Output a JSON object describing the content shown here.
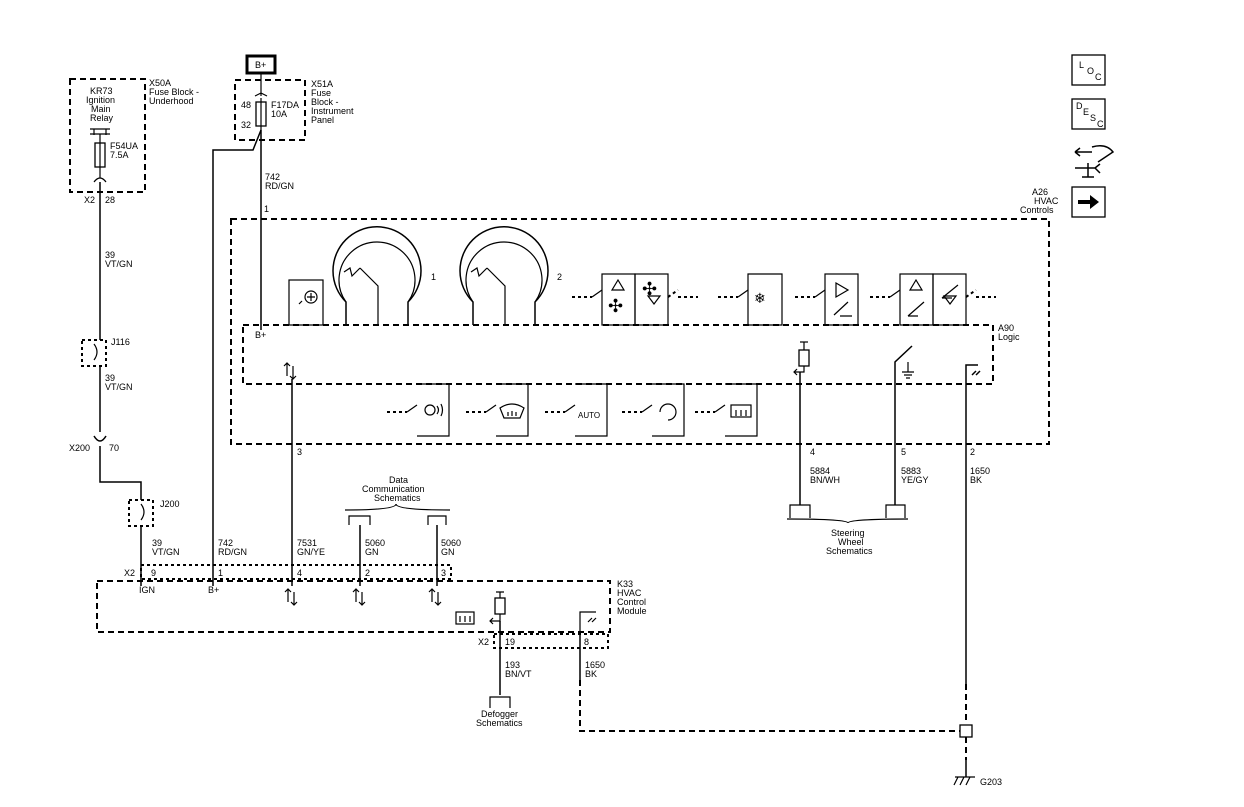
{
  "nav": {
    "loc_letters": [
      "L",
      "O",
      "C"
    ],
    "desc_letters": [
      "D",
      "E",
      "S",
      "C"
    ],
    "connector_icon": "connector-icon",
    "next_icon": "arrow-right-icon"
  },
  "power": {
    "label": "B+"
  },
  "kr73": {
    "name": "KR73",
    "line2": "Ignition",
    "line3": "Main",
    "line4": "Relay"
  },
  "x50a": {
    "id": "X50A",
    "line2": "Fuse Block -",
    "line3": "Underhood"
  },
  "f54ua": {
    "id": "F54UA",
    "rating": "7.5A"
  },
  "x51a": {
    "id": "X51A",
    "line2": "Fuse",
    "line3": "Block -",
    "line4": "Instrument",
    "line5": "Panel",
    "pin_in": "48",
    "pin_out": "32"
  },
  "f17da": {
    "id": "F17DA",
    "rating": "10A"
  },
  "wire742_top": {
    "circuit": "742",
    "color": "RD/GN",
    "pin": "1"
  },
  "x2_top": {
    "conn": "X2",
    "pin": "28"
  },
  "wire39a": {
    "circuit": "39",
    "color": "VT/GN"
  },
  "j116": {
    "id": "J116"
  },
  "wire39b": {
    "circuit": "39",
    "color": "VT/GN"
  },
  "x200": {
    "id": "X200",
    "pin": "70"
  },
  "j200": {
    "id": "J200"
  },
  "a26": {
    "id": "A26",
    "line2": "HVAC",
    "line3": "Controls"
  },
  "a90": {
    "id": "A90",
    "line2": "Logic",
    "bplus": "B+"
  },
  "gauges": {
    "gauge1": "1",
    "gauge2": "2"
  },
  "auto_label": "AUTO",
  "pins_a26": {
    "p3": "3",
    "p4": "4",
    "p5": "5",
    "p2": "2"
  },
  "wire5884": {
    "circuit": "5884",
    "color": "BN/WH"
  },
  "wire5883": {
    "circuit": "5883",
    "color": "YE/GY"
  },
  "wire1650a": {
    "circuit": "1650",
    "color": "BK"
  },
  "steering": {
    "line1": "Steering",
    "line2": "Wheel",
    "line3": "Schematics"
  },
  "datacomm": {
    "line1": "Data",
    "line2": "Communication",
    "line3": "Schematics"
  },
  "k33_wires": {
    "w39": {
      "circuit": "39",
      "color": "VT/GN"
    },
    "w742": {
      "circuit": "742",
      "color": "RD/GN"
    },
    "w7531": {
      "circuit": "7531",
      "color": "GN/YE"
    },
    "w5060a": {
      "circuit": "5060",
      "color": "GN"
    },
    "w5060b": {
      "circuit": "5060",
      "color": "GN"
    }
  },
  "k33_pins": {
    "x2": "X2",
    "p9": "9",
    "p1": "1",
    "p4": "4",
    "p2": "2",
    "p3": "3",
    "ign": "IGN",
    "bplus": "B+",
    "x2b": "X2",
    "p19": "19",
    "p8": "8"
  },
  "k33": {
    "id": "K33",
    "line2": "HVAC",
    "line3": "Control",
    "line4": "Module"
  },
  "wire193": {
    "circuit": "193",
    "color": "BN/VT"
  },
  "wire1650b": {
    "circuit": "1650",
    "color": "BK"
  },
  "defogger": {
    "line1": "Defogger",
    "line2": "Schematics"
  },
  "ground": {
    "id": "G203"
  }
}
